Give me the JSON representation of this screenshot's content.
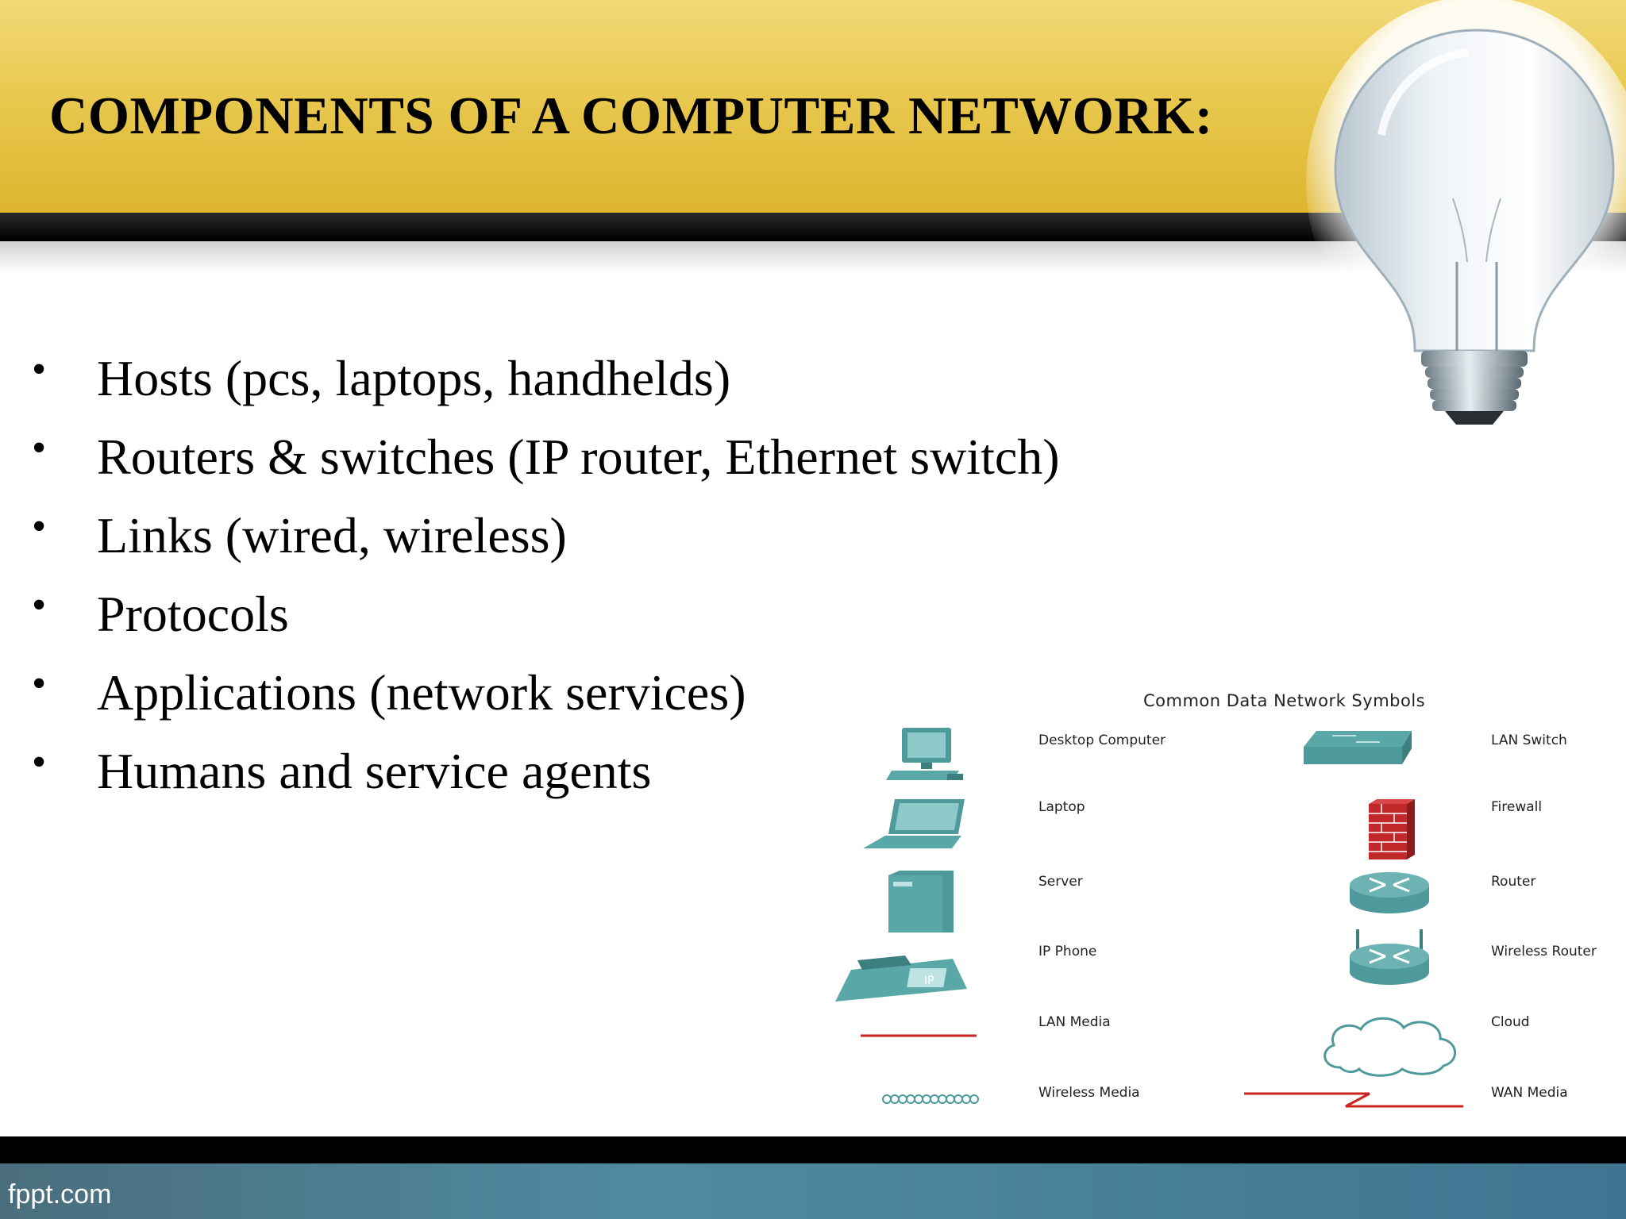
{
  "slide": {
    "title": "COMPONENTS OF A COMPUTER NETWORK:",
    "bullet_char": "•",
    "bullets": [
      "Hosts (pcs, laptops, handhelds)",
      "Routers & switches (IP router, Ethernet switch)",
      "Links (wired, wireless)",
      "Protocols",
      "Applications (network services)",
      "Humans and service agents"
    ]
  },
  "symbols": {
    "title": "Common Data Network Symbols",
    "left": [
      {
        "label": "Desktop Computer",
        "icon": "desktop-computer-icon"
      },
      {
        "label": "Laptop",
        "icon": "laptop-icon"
      },
      {
        "label": "Server",
        "icon": "server-icon"
      },
      {
        "label": "IP Phone",
        "icon": "ip-phone-icon"
      },
      {
        "label": "LAN Media",
        "icon": "lan-media-icon"
      },
      {
        "label": "Wireless Media",
        "icon": "wireless-media-icon"
      }
    ],
    "right": [
      {
        "label": "LAN Switch",
        "icon": "lan-switch-icon"
      },
      {
        "label": "Firewall",
        "icon": "firewall-icon"
      },
      {
        "label": "Router",
        "icon": "router-icon"
      },
      {
        "label": "Wireless Router",
        "icon": "wireless-router-icon"
      },
      {
        "label": "Cloud",
        "icon": "cloud-icon"
      },
      {
        "label": "WAN Media",
        "icon": "wan-media-icon"
      }
    ],
    "phone_tag": "IP"
  },
  "footer": {
    "text": "fppt.com"
  },
  "colors": {
    "header_gold": "#e8c84f",
    "icon_teal": "#4e9a9a",
    "media_red": "#cc2222",
    "footer_blue": "#4f8aa1"
  }
}
